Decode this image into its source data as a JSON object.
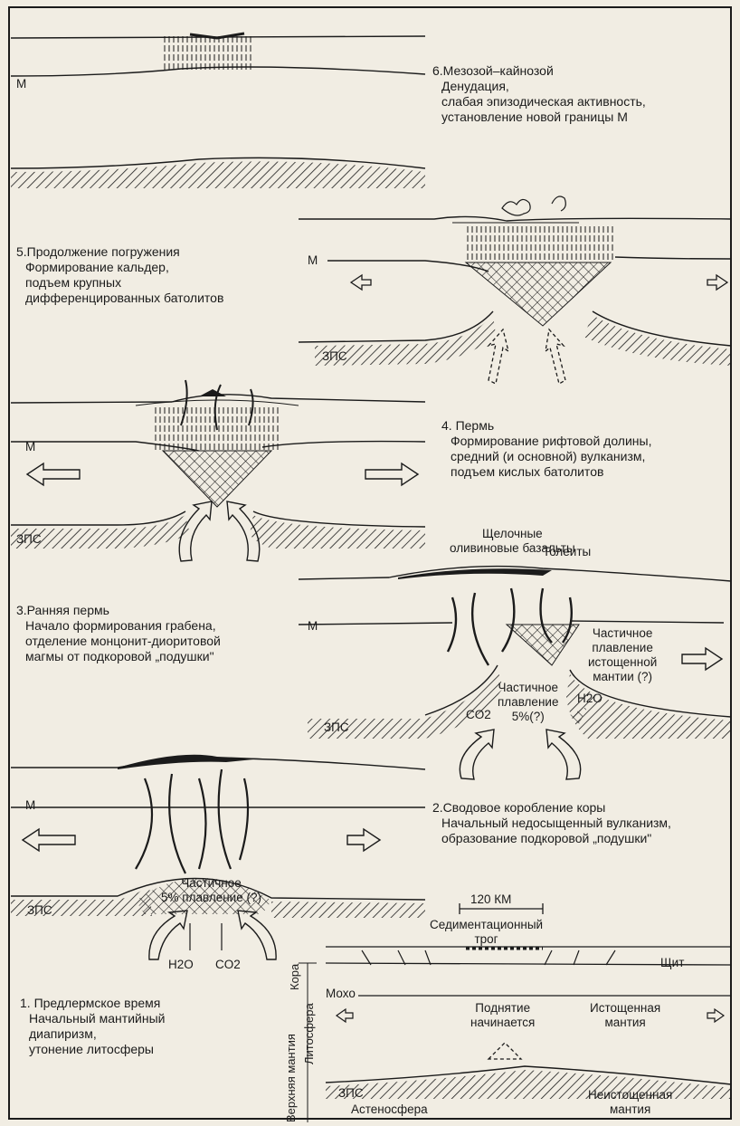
{
  "panels": {
    "p6": {
      "title": "6.Мезозой–кайнозой",
      "lines": [
        "Денудация,",
        "слабая эпизодическая активность,",
        "установление новой границы М"
      ]
    },
    "p5": {
      "title": "5.Продолжение погружения",
      "lines": [
        "Формирование кальдер,",
        "подъем крупных",
        "дифференцированных батолитов"
      ]
    },
    "p4": {
      "title": "4. Пермь",
      "lines": [
        "Формирование рифтовой долины,",
        "средний (и основной) вулканизм,",
        "подъем кислых батолитов"
      ]
    },
    "p3": {
      "title": "3.Ранняя пермь",
      "lines": [
        "Начало формирования грабена,",
        "отделение монцонит-диоритовой",
        "магмы от подкоровой „подушки\""
      ]
    },
    "p2": {
      "title": "2.Сводовое коробление коры",
      "lines": [
        "Начальный недосыщенный вулканизм,",
        "образование подкоровой „подушки\""
      ]
    },
    "p1": {
      "title": "1. Предлермское время",
      "lines": [
        "Начальный мантийный",
        "диапиризм,",
        "утонение литосферы"
      ]
    }
  },
  "labels": {
    "m": "М",
    "zps": "ЗПС",
    "alkali_basalts": [
      "Щелочные",
      "оливиновые базальты"
    ],
    "tholeiites": "Толеиты",
    "partial_melting_depleted": [
      "Частичное",
      "плавление",
      "истощенной",
      "мантии (?)"
    ],
    "h2o": "H2O",
    "co2": "CO2",
    "partial_melting_4": [
      "Частичное",
      "плавление",
      "5%(?)"
    ],
    "partial_melting_3": [
      "Частичное",
      "5% плавление (?)"
    ],
    "scale": "120 КМ",
    "sed_trough": [
      "Седиментационный",
      "трог"
    ],
    "shield": "Щит",
    "moho": "Мохо",
    "uplift_begins": [
      "Поднятие",
      "начинается"
    ],
    "depleted_mantle": [
      "Истощенная",
      "мантия"
    ],
    "asthenosphere": "Астеносфера",
    "undepleted_mantle": [
      "Неистощенная",
      "мантия"
    ],
    "side_crust": "Кора",
    "side_lithosphere": "Литосфера",
    "side_upper_mantle": "Верхняя мантия"
  },
  "colors": {
    "ink": "#1b1b1b",
    "paper": "#f1ede3"
  }
}
